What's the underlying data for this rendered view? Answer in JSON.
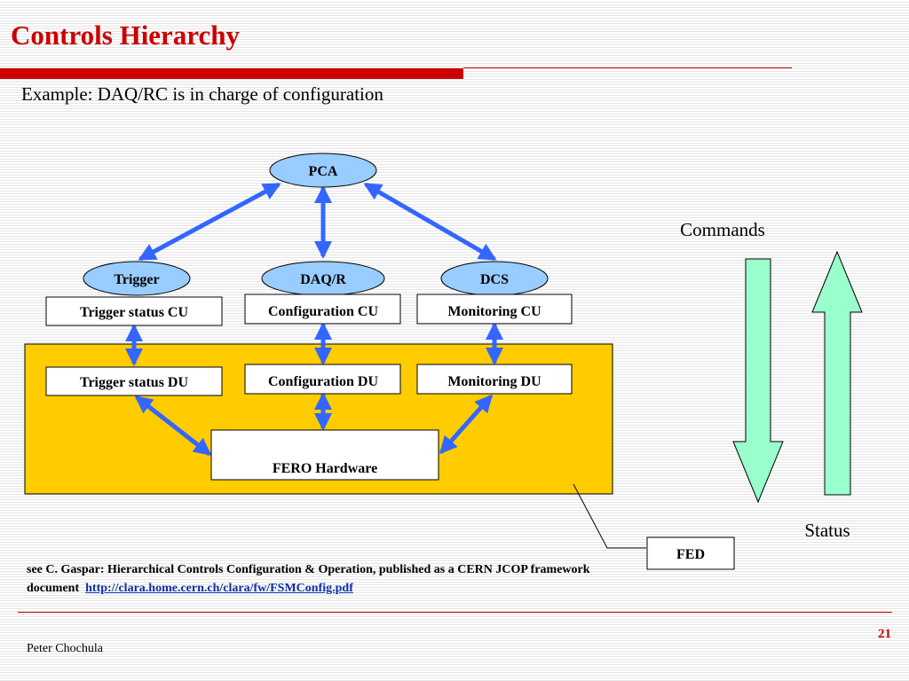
{
  "slide": {
    "title": "Controls Hierarchy",
    "subtitle": "Example: DAQ/RC is in charge of configuration"
  },
  "diagram": {
    "top_node": "PCA",
    "branches": [
      {
        "ellipse": "Trigger",
        "cu": "Trigger status CU",
        "du": "Trigger status DU"
      },
      {
        "ellipse": "DAQ/R",
        "cu": "Configuration CU",
        "du": "Configuration DU"
      },
      {
        "ellipse": "DCS",
        "cu": "Monitoring CU",
        "du": "Monitoring DU"
      }
    ],
    "hardware": "FERO Hardware",
    "fed_label": "FED",
    "commands_label": "Commands",
    "status_label": "Status"
  },
  "colors": {
    "title_red": "#cc0000",
    "ellipse_fill": "#99ccff",
    "connector_blue": "#3366ff",
    "fed_box_yellow": "#ffcc00",
    "arrow_green": "#99ffcc"
  },
  "footnote": {
    "text": "see C. Gaspar: Hierarchical Controls Configuration & Operation, published as a CERN JCOP framework document",
    "link": "http://clara.home.cern.ch/clara/fw/FSMConfig.pdf"
  },
  "footer": {
    "author": "Peter Chochula",
    "page": "21"
  }
}
